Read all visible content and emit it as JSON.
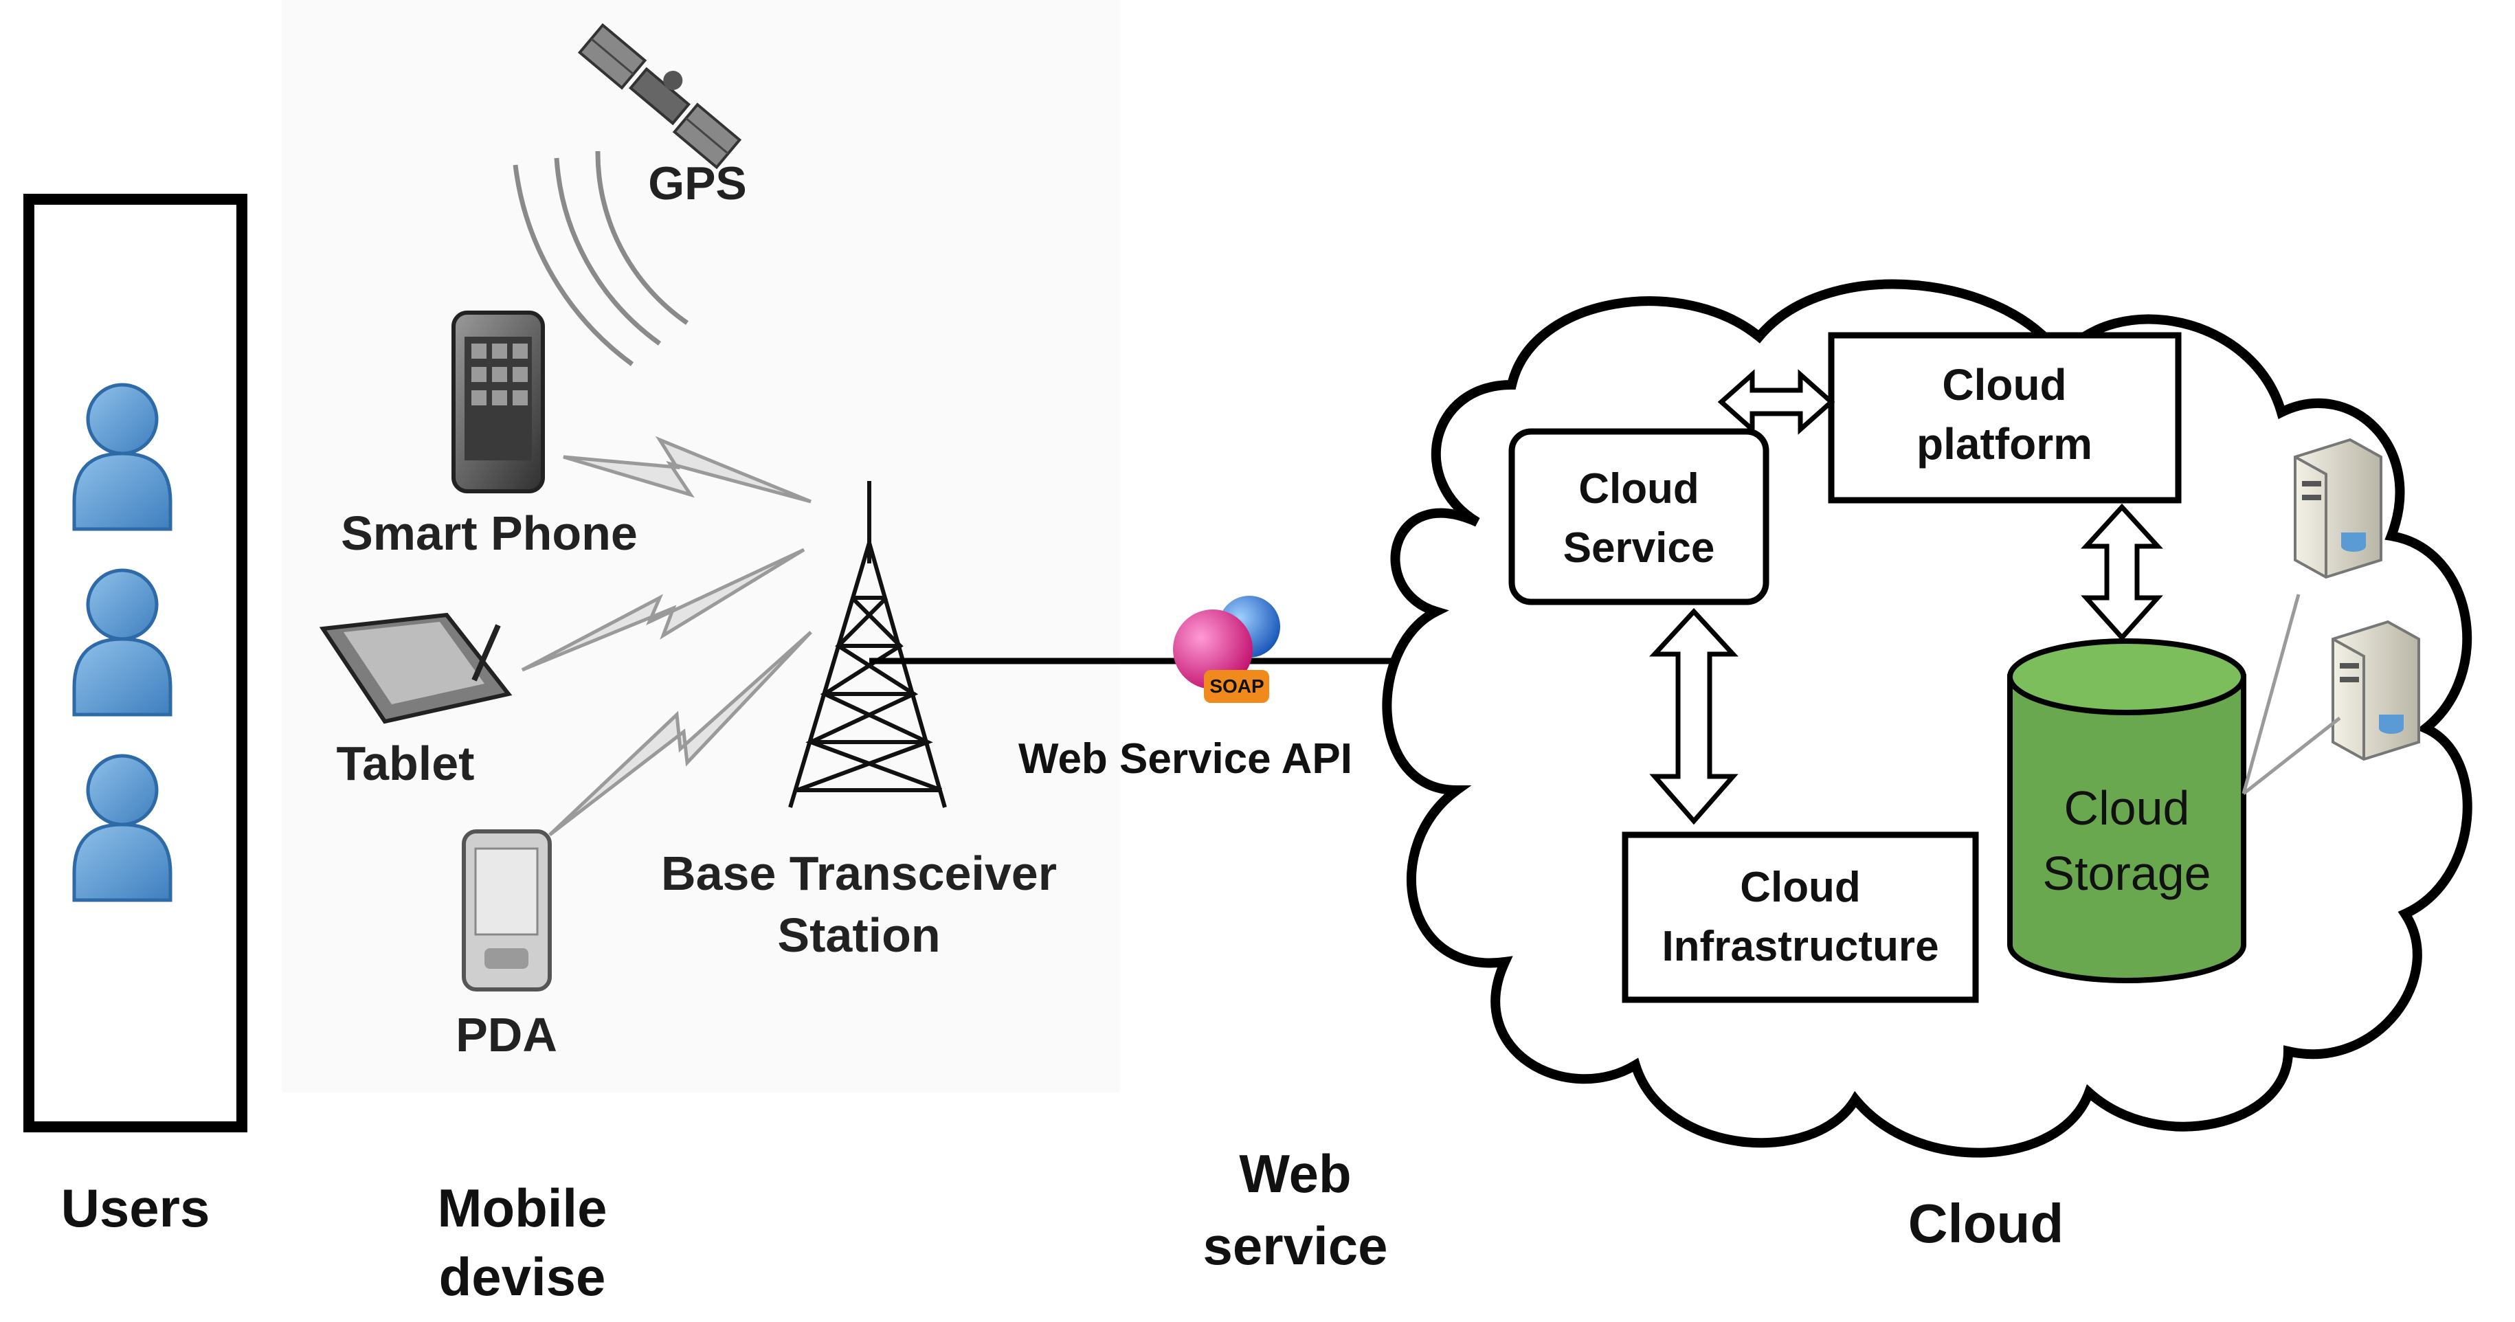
{
  "users": {
    "caption": "Users"
  },
  "mobile": {
    "caption_line1": "Mobile",
    "caption_line2": "devise",
    "gps_label": "GPS",
    "devices": [
      {
        "name": "smart-phone",
        "label": "Smart Phone"
      },
      {
        "name": "tablet",
        "label": "Tablet"
      },
      {
        "name": "pda",
        "label": "PDA"
      }
    ],
    "bts_line1": "Base Transceiver",
    "bts_line2": "Station"
  },
  "web": {
    "api_label": "Web Service API",
    "soap_badge": "SOAP",
    "caption_line1": "Web",
    "caption_line2": "service"
  },
  "cloud": {
    "caption": "Cloud",
    "platform": {
      "line1": "Cloud",
      "line2": "platform"
    },
    "service": {
      "line1": "Cloud",
      "line2": "Service"
    },
    "infrastructure": {
      "line1": "Cloud",
      "line2": "Infrastructure"
    },
    "storage": {
      "line1": "Cloud",
      "line2": "Storage",
      "color": "#6aa84f"
    }
  },
  "colors": {
    "user_icon": "#5b9bd5",
    "cloud_outline": "#000000",
    "storage_fill": "#6aa84f"
  }
}
